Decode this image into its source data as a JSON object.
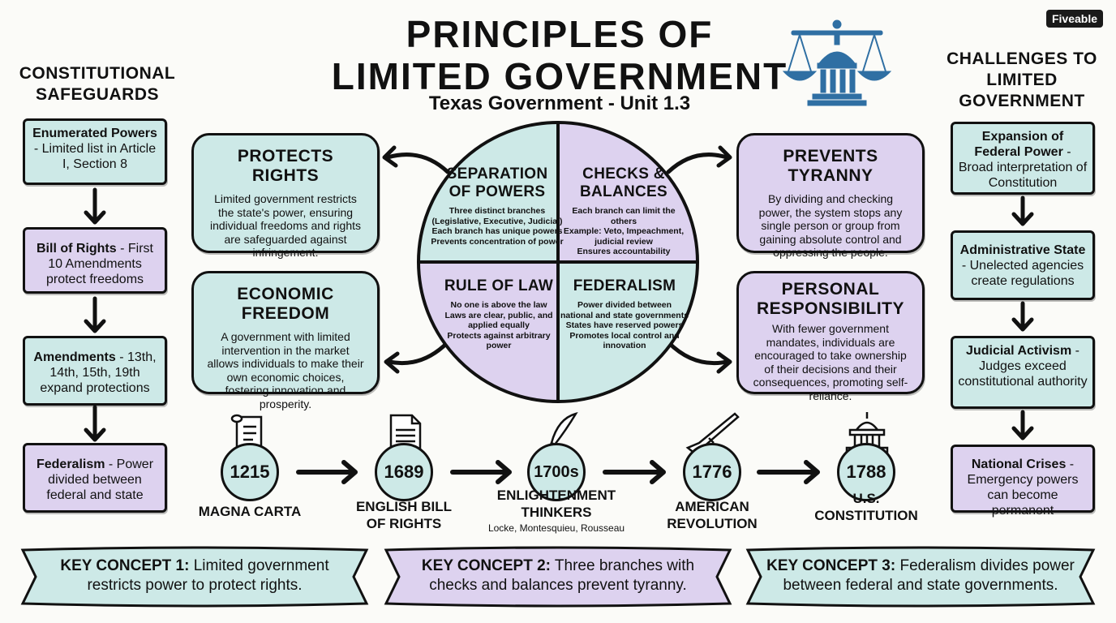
{
  "header": {
    "title_line1": "PRINCIPLES OF",
    "title_line2": "LIMITED GOVERNMENT",
    "subtitle": "Texas Government - Unit 1.3",
    "brand": "Fiveable"
  },
  "left_column": {
    "title_line1": "CONSTITUTIONAL",
    "title_line2": "SAFEGUARDS",
    "items": [
      {
        "bold": "Enumerated Powers",
        "text": " - Limited list in Article I, Section 8"
      },
      {
        "bold": "Bill of Rights",
        "text": " - First 10 Amendments protect freedoms"
      },
      {
        "bold": "Amendments",
        "text": " - 13th, 14th, 15th, 19th expand protections"
      },
      {
        "bold": "Federalism",
        "text": " - Power divided between federal and state"
      }
    ]
  },
  "right_column": {
    "title_line1": "CHALLENGES TO",
    "title_line2": "LIMITED",
    "title_line3": "GOVERNMENT",
    "items": [
      {
        "bold": "Expansion of Federal Power",
        "text": " - Broad interpretation of Constitution"
      },
      {
        "bold": "Administrative State",
        "text": " - Unelected agencies create regulations"
      },
      {
        "bold": "Judicial Activism",
        "text": " - Judges exceed constitutional authority"
      },
      {
        "bold": "National Crises",
        "text": " - Emergency powers can become permanent"
      }
    ]
  },
  "benefits": {
    "protects_rights": {
      "title": "PROTECTS RIGHTS",
      "text": "Limited government restricts the state's power, ensuring individual freedoms and rights are safeguarded against infringement."
    },
    "economic_freedom": {
      "title": "ECONOMIC FREEDOM",
      "text": "A government with limited intervention in the market allows individuals to make their own economic choices, fostering innovation and prosperity."
    },
    "prevents_tyranny": {
      "title": "PREVENTS TYRANNY",
      "text": "By dividing and checking power, the system stops any single person or group from gaining absolute control and oppressing the people."
    },
    "personal_responsibility": {
      "title_line1": "PERSONAL",
      "title_line2": "RESPONSIBILITY",
      "text": "With fewer government mandates, individuals are encouraged to take ownership of their decisions and their consequences, promoting self-reliance."
    }
  },
  "circle": {
    "separation": {
      "title_line1": "SEPARATION",
      "title_line2": "OF POWERS",
      "lines": [
        "Three distinct branches",
        "(Legislative, Executive, Judicial)",
        "Each branch has unique powers",
        "Prevents concentration of power"
      ]
    },
    "checks": {
      "title_line1": "CHECKS &",
      "title_line2": "BALANCES",
      "lines": [
        "Each branch can limit the",
        "others",
        "Example: Veto, Impeachment,",
        "judicial review",
        "Ensures accountability"
      ]
    },
    "rule_of_law": {
      "title": "RULE OF LAW",
      "lines": [
        "No one is above the law",
        "Laws are clear, public, and",
        "applied equally",
        "Protects against arbitrary",
        "power"
      ]
    },
    "federalism": {
      "title": "FEDERALISM",
      "lines": [
        "Power divided between",
        "national and state governments",
        "States have reserved powers",
        "Promotes local control and",
        "innovation"
      ]
    }
  },
  "timeline": [
    {
      "year": "1215",
      "label_line1": "MAGNA CARTA",
      "label_line2": "",
      "sub": ""
    },
    {
      "year": "1689",
      "label_line1": "ENGLISH BILL",
      "label_line2": "OF RIGHTS",
      "sub": ""
    },
    {
      "year": "1700s",
      "label_line1": "ENLIGHTENMENT",
      "label_line2": "THINKERS",
      "sub": "Locke, Montesquieu, Rousseau"
    },
    {
      "year": "1776",
      "label_line1": "AMERICAN",
      "label_line2": "REVOLUTION",
      "sub": ""
    },
    {
      "year": "1788",
      "label_line1": "U.S.",
      "label_line2": "CONSTITUTION",
      "sub": ""
    }
  ],
  "key_concepts": [
    {
      "bold": "KEY CONCEPT 1:",
      "text_line1": " Limited government",
      "text_line2": "restricts power to protect rights."
    },
    {
      "bold": "KEY CONCEPT 2:",
      "text_line1": " Three branches with",
      "text_line2": "checks and balances prevent tyranny."
    },
    {
      "bold": "KEY CONCEPT 3:",
      "text_line1": " Federalism divides power",
      "text_line2": "between federal and state governments."
    }
  ],
  "colors": {
    "teal": "#cde9e7",
    "lavender": "#ddd2ef",
    "icon_blue": "#2f6fa3",
    "ink": "#111111"
  }
}
